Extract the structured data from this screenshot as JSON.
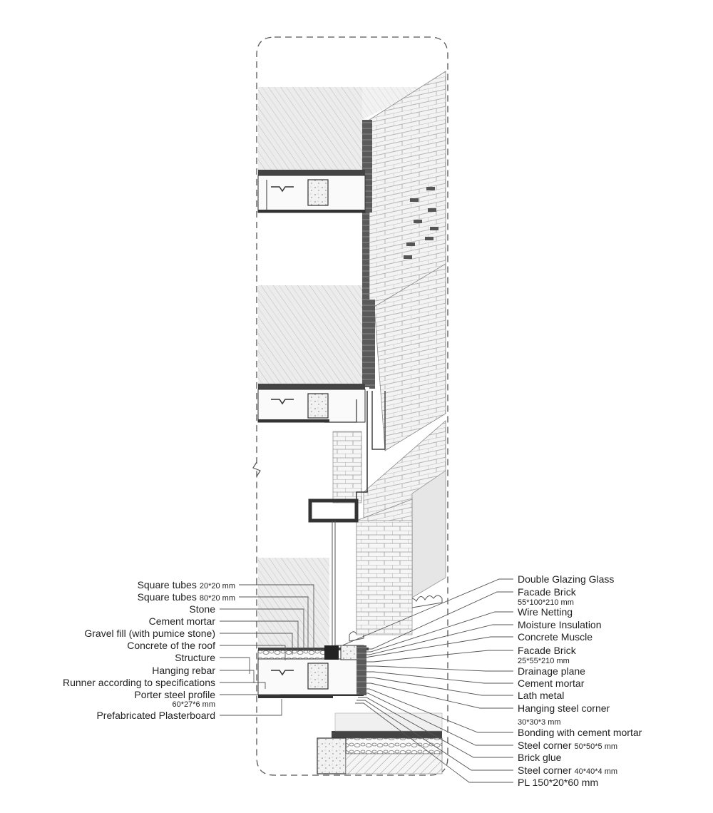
{
  "labels_left": [
    {
      "id": "sq20",
      "text": "Square tubes",
      "suffix": "20*20 mm"
    },
    {
      "id": "sq80",
      "text": "Square tubes",
      "suffix": "80*20 mm"
    },
    {
      "id": "stone",
      "text": "Stone"
    },
    {
      "id": "cement-left",
      "text": "Cement mortar"
    },
    {
      "id": "gravel",
      "text": "Gravel fill (with pumice stone)"
    },
    {
      "id": "concrete-roof",
      "text": "Concrete of the roof"
    },
    {
      "id": "structure",
      "text": "Structure"
    },
    {
      "id": "hanging-rebar",
      "text": "Hanging rebar"
    },
    {
      "id": "runner",
      "text": "Runner according to specifications"
    },
    {
      "id": "porter",
      "text": "Porter steel profile",
      "sub": "60*27*6 mm"
    },
    {
      "id": "plasterboard",
      "text": "Prefabricated Plasterboard"
    }
  ],
  "labels_right": [
    {
      "id": "glazing",
      "text": "Double Glazing Glass"
    },
    {
      "id": "facade-brick-1",
      "text": "Facade Brick",
      "sub": "55*100*210 mm"
    },
    {
      "id": "wire-netting",
      "text": "Wire Netting"
    },
    {
      "id": "moisture",
      "text": "Moisture Insulation"
    },
    {
      "id": "concrete-muscle",
      "text": "Concrete Muscle"
    },
    {
      "id": "facade-brick-2",
      "text": "Facade Brick",
      "sub": "25*55*210 mm"
    },
    {
      "id": "drainage",
      "text": "Drainage plane"
    },
    {
      "id": "cement-right",
      "text": "Cement  mortar"
    },
    {
      "id": "lath",
      "text": "Lath metal"
    },
    {
      "id": "hanging-steel",
      "text": "Hanging steel corner",
      "sub": "30*30*3 mm"
    },
    {
      "id": "bonding",
      "text": "Bonding with cement mortar"
    },
    {
      "id": "steel-50",
      "text": "Steel corner",
      "suffix": "50*50*5 mm"
    },
    {
      "id": "brick-glue",
      "text": "Brick glue"
    },
    {
      "id": "steel-40",
      "text": "Steel corner",
      "suffix": "40*40*4 mm"
    },
    {
      "id": "pl",
      "text": "PL 150*20*60 mm"
    }
  ],
  "colors": {
    "line": "#3a3a3a",
    "hatch": "#bdbdbd",
    "panel": "#e4e4e4",
    "brick_face": "#f4f4f4",
    "brick_line": "#9a9a9a",
    "dark_cut": "#444444"
  }
}
